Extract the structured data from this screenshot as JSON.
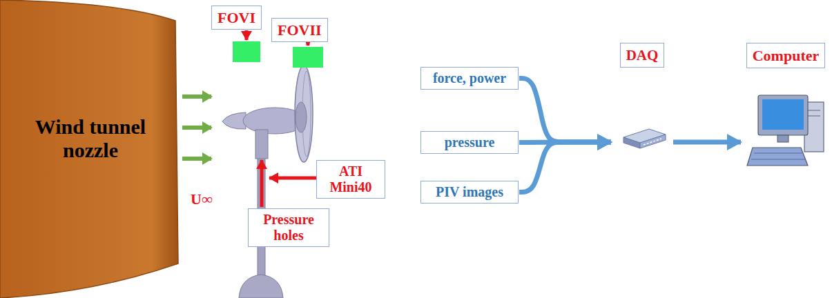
{
  "diagram": {
    "nodes": [
      {
        "text": [
          "Wind tunnel nozzle"
        ]
      },
      {
        "text": [
          "FOVI"
        ]
      },
      {
        "text": [
          "FOVII"
        ]
      },
      {
        "text": [
          "ATI Mini40"
        ]
      },
      {
        "text": [
          "Pressure holes"
        ]
      },
      {
        "text": [
          "force, power"
        ]
      },
      {
        "text": [
          "pressure"
        ]
      },
      {
        "text": [
          "PIV images"
        ]
      },
      {
        "text": [
          "DAQ"
        ]
      },
      {
        "text": [
          "Computer"
        ]
      }
    ],
    "edges": [
      {
        "from": 5,
        "to": 8,
        "arrow": "to"
      },
      {
        "from": 6,
        "to": 8,
        "arrow": "to"
      },
      {
        "from": 7,
        "to": 8,
        "arrow": "to"
      },
      {
        "from": 8,
        "to": 9,
        "arrow": "to"
      }
    ],
    "labels": [
      "U∞"
    ]
  }
}
